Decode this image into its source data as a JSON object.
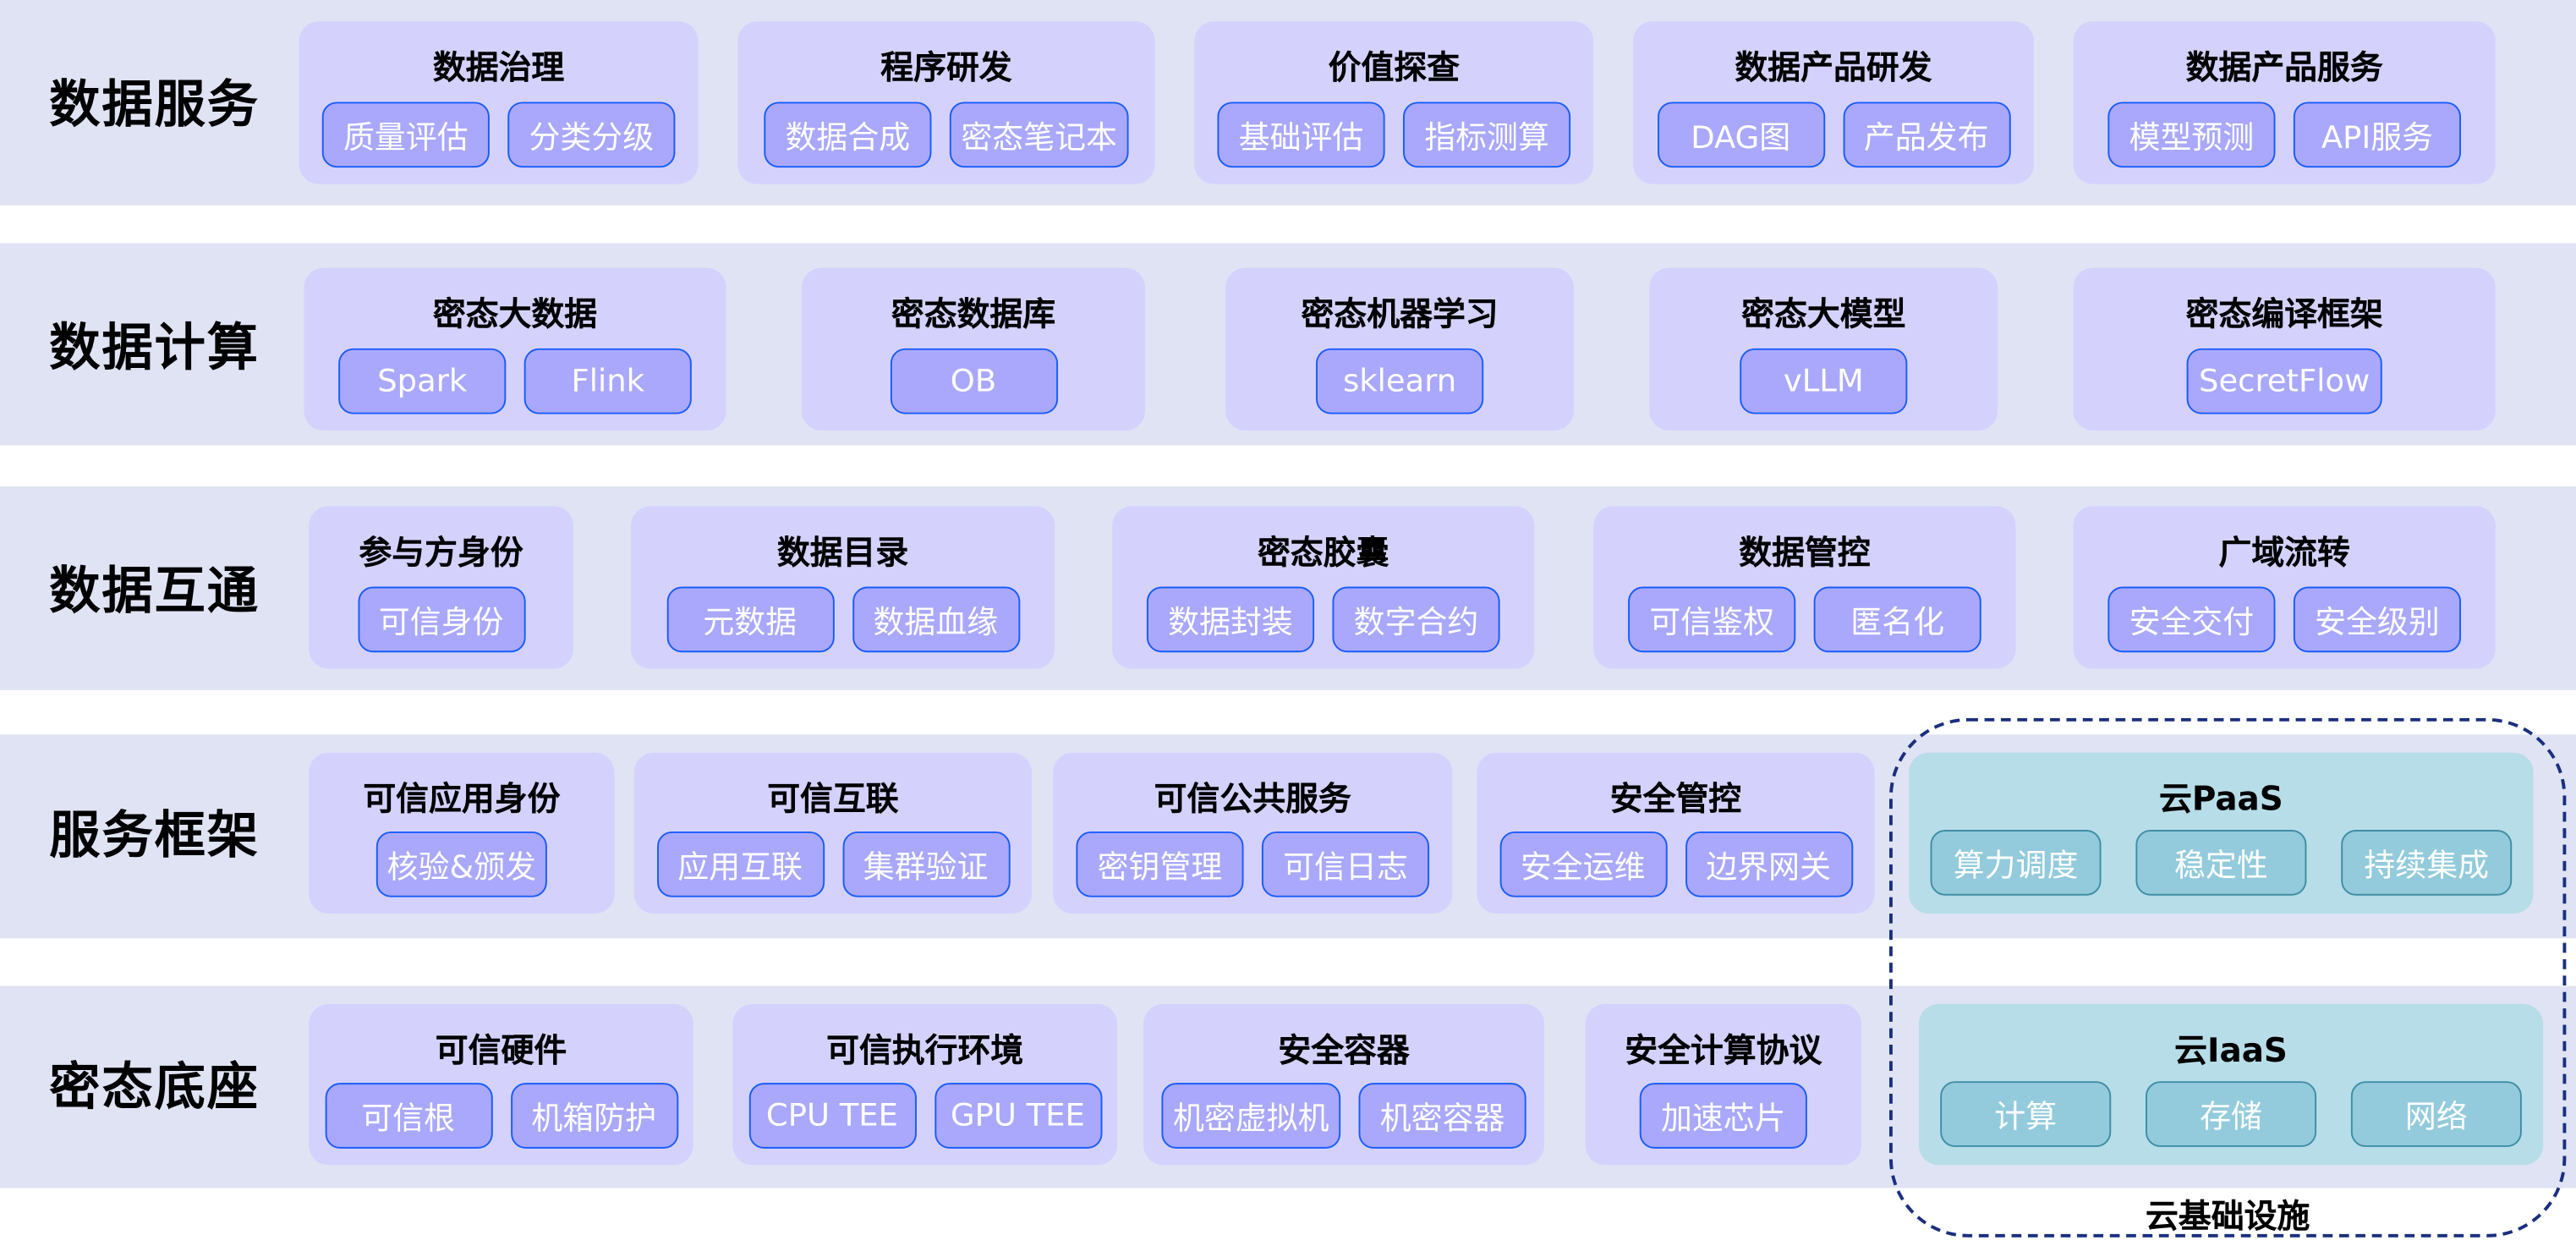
{
  "rows": [
    {
      "label": "数据服务",
      "groups": [
        {
          "title": "数据治理",
          "chips": [
            "质量评估",
            "分类分级"
          ]
        },
        {
          "title": "程序研发",
          "chips": [
            "数据合成",
            "密态笔记本"
          ]
        },
        {
          "title": "价值探查",
          "chips": [
            "基础评估",
            "指标测算"
          ]
        },
        {
          "title": "数据产品研发",
          "chips": [
            "DAG图",
            "产品发布"
          ]
        },
        {
          "title": "数据产品服务",
          "chips": [
            "模型预测",
            "API服务"
          ]
        }
      ]
    },
    {
      "label": "数据计算",
      "groups": [
        {
          "title": "密态大数据",
          "chips": [
            "Spark",
            "Flink"
          ]
        },
        {
          "title": "密态数据库",
          "chips": [
            "OB"
          ]
        },
        {
          "title": "密态机器学习",
          "chips": [
            "sklearn"
          ]
        },
        {
          "title": "密态大模型",
          "chips": [
            "vLLM"
          ]
        },
        {
          "title": "密态编译框架",
          "chips": [
            "SecretFlow"
          ]
        }
      ]
    },
    {
      "label": "数据互通",
      "groups": [
        {
          "title": "参与方身份",
          "chips": [
            "可信身份"
          ]
        },
        {
          "title": "数据目录",
          "chips": [
            "元数据",
            "数据血缘"
          ]
        },
        {
          "title": "密态胶囊",
          "chips": [
            "数据封装",
            "数字合约"
          ]
        },
        {
          "title": "数据管控",
          "chips": [
            "可信鉴权",
            "匿名化"
          ]
        },
        {
          "title": "广域流转",
          "chips": [
            "安全交付",
            "安全级别"
          ]
        }
      ]
    },
    {
      "label": "服务框架",
      "groups": [
        {
          "title": "可信应用身份",
          "chips": [
            "核验&颁发"
          ]
        },
        {
          "title": "可信互联",
          "chips": [
            "应用互联",
            "集群验证"
          ]
        },
        {
          "title": "可信公共服务",
          "chips": [
            "密钥管理",
            "可信日志"
          ]
        },
        {
          "title": "安全管控",
          "chips": [
            "安全运维",
            "边界网关"
          ]
        },
        {
          "title": "云PaaS",
          "chips": [
            "算力调度",
            "稳定性",
            "持续集成"
          ],
          "cloud": true
        }
      ]
    },
    {
      "label": "密态底座",
      "groups": [
        {
          "title": "可信硬件",
          "chips": [
            "可信根",
            "机箱防护"
          ]
        },
        {
          "title": "可信执行环境",
          "chips": [
            "CPU TEE",
            "GPU TEE"
          ]
        },
        {
          "title": "安全容器",
          "chips": [
            "机密虚拟机",
            "机密容器"
          ]
        },
        {
          "title": "安全计算协议",
          "chips": [
            "加速芯片"
          ]
        },
        {
          "title": "云IaaS",
          "chips": [
            "计算",
            "存储",
            "网络"
          ],
          "cloud": true
        }
      ]
    }
  ],
  "cloud_infrastructure_label": "云基础设施",
  "colors": {
    "band": "#dfe3f4",
    "group": "#d4d2fd",
    "chip": "#aaa8fc",
    "chip_border": "#1a5cff",
    "cloud_group": "#b7dde8",
    "cloud_chip": "#93cbdc",
    "dashed_border": "#1a2f7f"
  }
}
